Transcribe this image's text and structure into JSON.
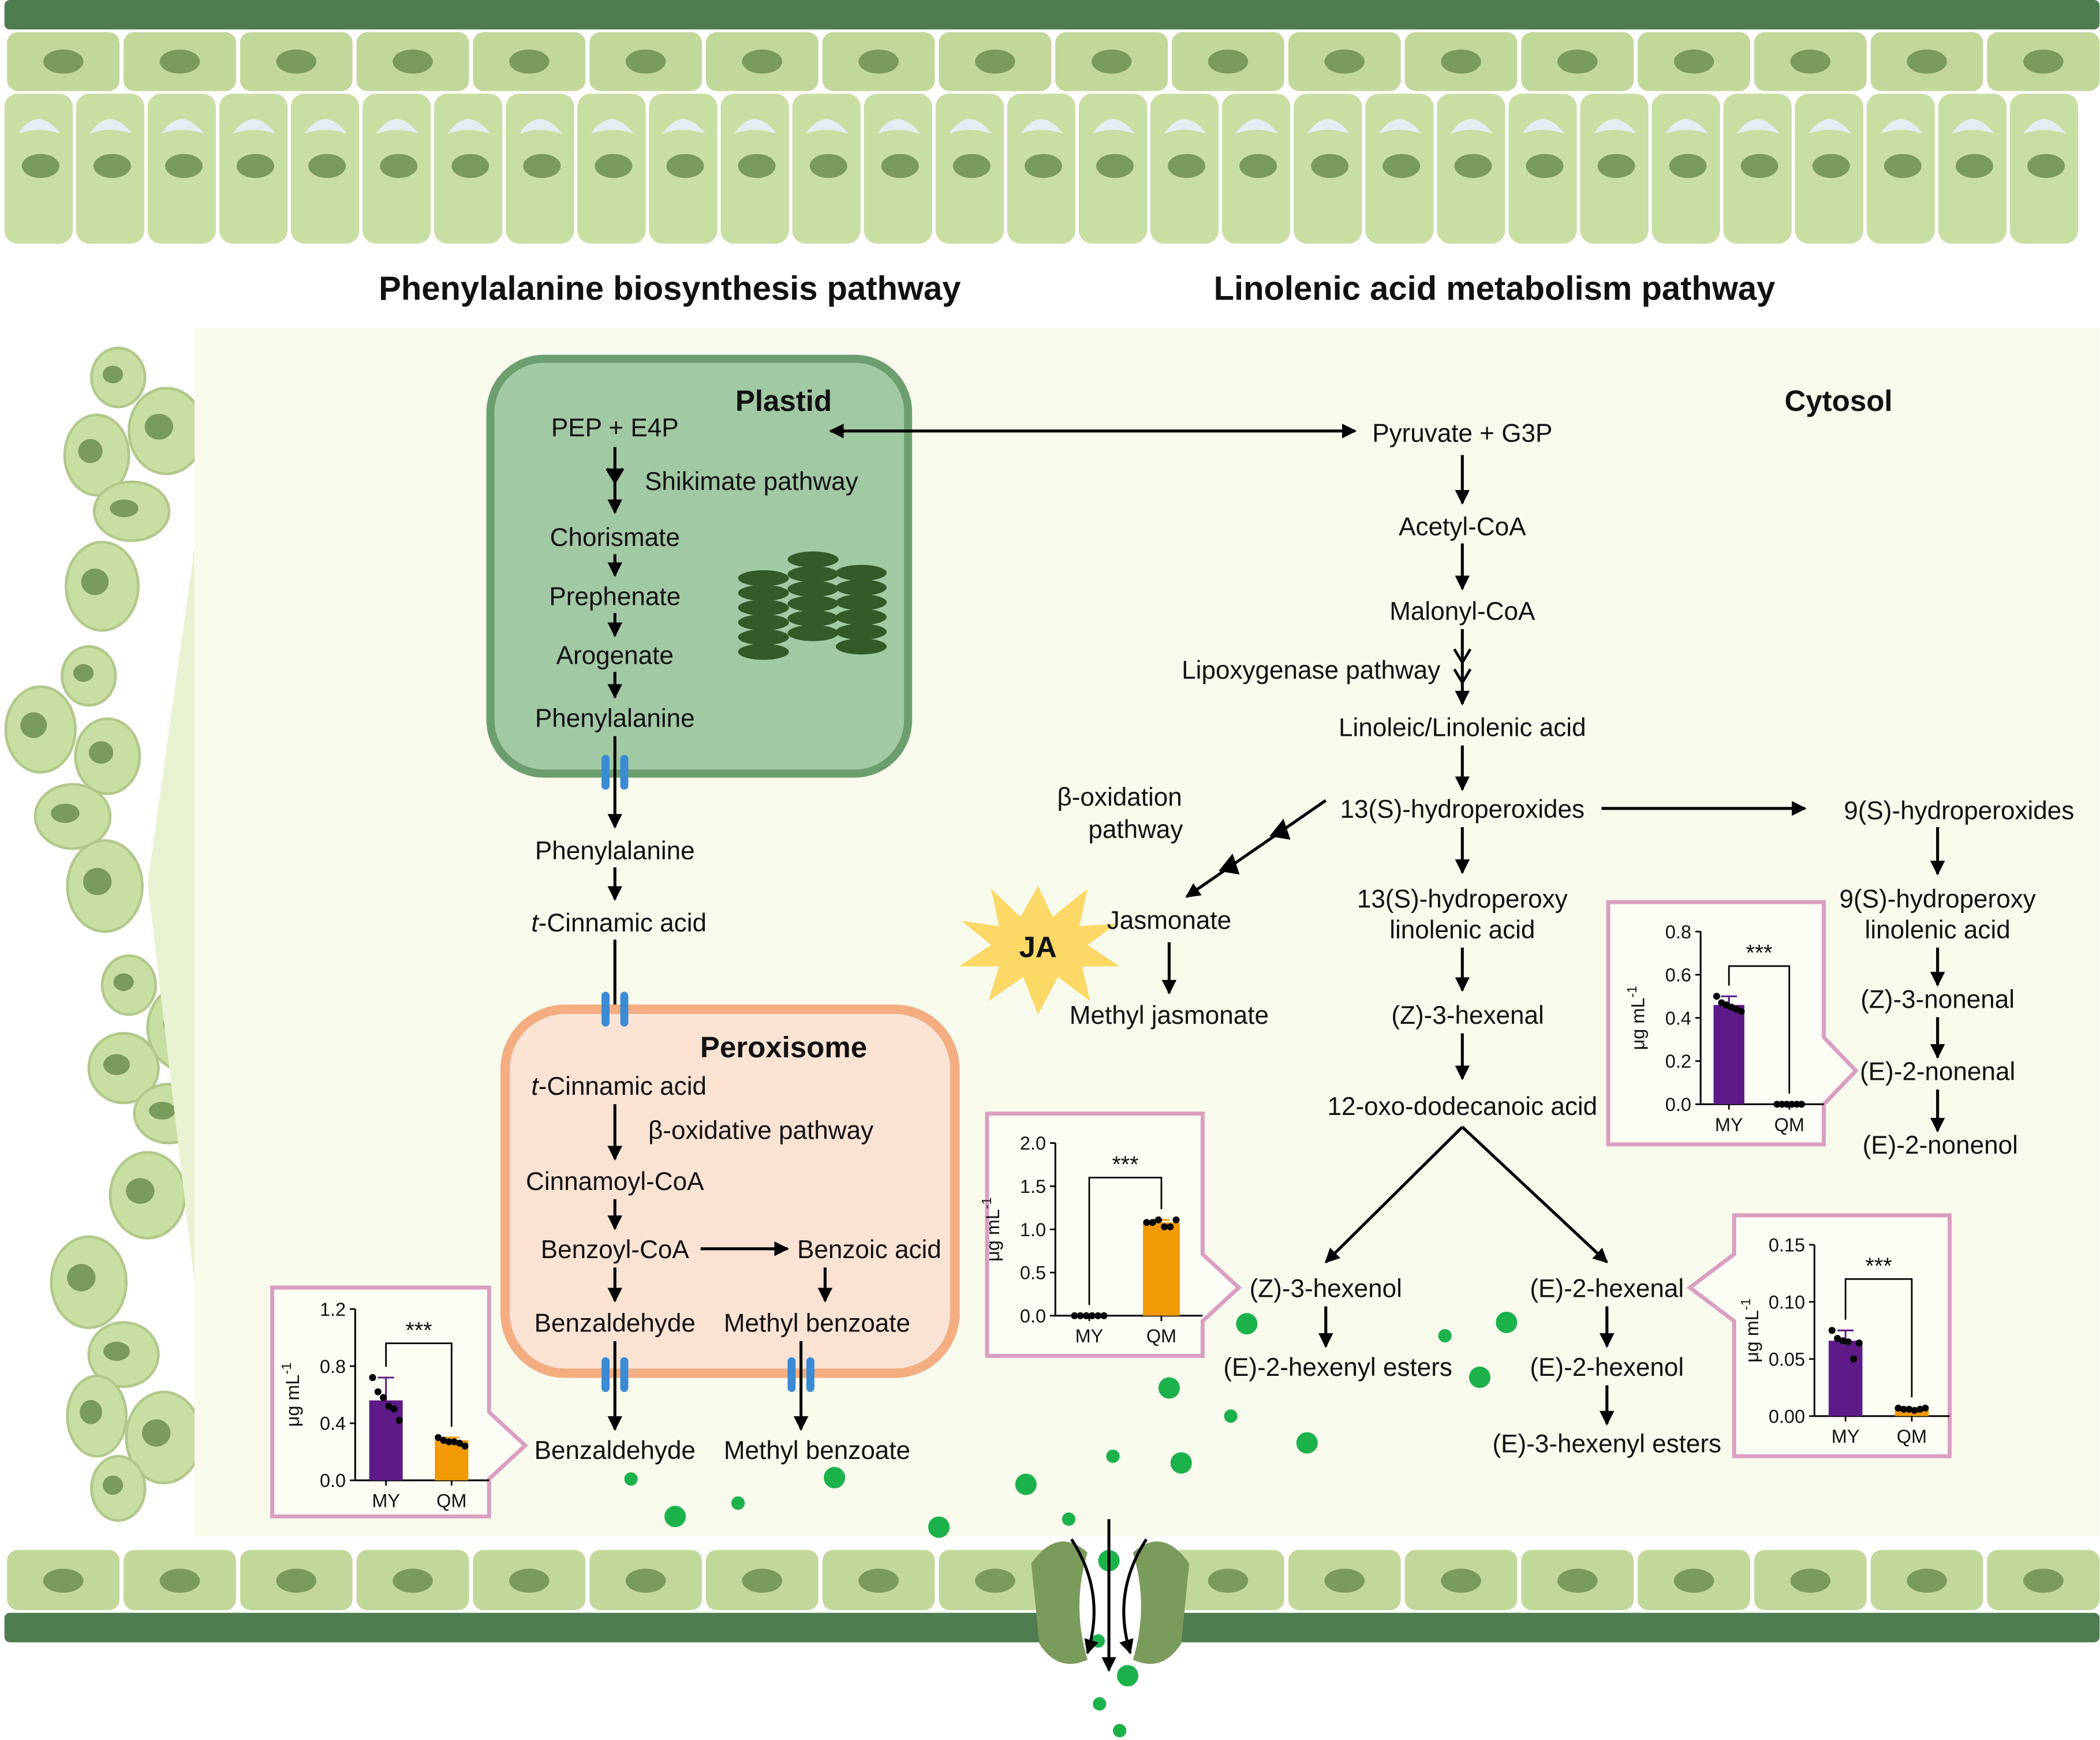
{
  "titles": {
    "left": "Phenylalanine biosynthesis pathway",
    "right": "Linolenic acid metabolism pathway"
  },
  "compartments": {
    "plastid": "Plastid",
    "peroxisome": "Peroxisome",
    "cytosol": "Cytosol"
  },
  "plastid_nodes": {
    "pep": "PEP + E4P",
    "shikimate": "Shikimate pathway",
    "chorismate": "Chorismate",
    "prephenate": "Prephenate",
    "arogenate": "Arogenate",
    "phenylalanine": "Phenylalanine"
  },
  "phenyl_nodes": {
    "phenylalanine": "Phenylalanine",
    "cinnamic_prefix": "t",
    "cinnamic": "-Cinnamic acid"
  },
  "peroxisome_nodes": {
    "cinnamic_prefix": "t",
    "cinnamic": "-Cinnamic acid",
    "beta_oxidative": "β-oxidative pathway",
    "cinnamoyl": "Cinnamoyl-CoA",
    "benzoyl": "Benzoyl-CoA",
    "benzoic": "Benzoic acid",
    "benzaldehyde": "Benzaldehyde",
    "methyl_benzoate": "Methyl benzoate"
  },
  "emitted": {
    "benzaldehyde": "Benzaldehyde",
    "methyl_benzoate": "Methyl benzoate"
  },
  "cytosol_nodes": {
    "pyruvate": "Pyruvate + G3P",
    "acetyl": "Acetyl-CoA",
    "malonyl": "Malonyl-CoA",
    "lipoxygenase": "Lipoxygenase pathway",
    "linoleic": "Linoleic/Linolenic acid",
    "hp13": "13(S)-hydroperoxides",
    "beta_ox_1": "β-oxidation",
    "beta_ox_2": "pathway",
    "jasmonate": "Jasmonate",
    "ja": "JA",
    "methyl_jasmonate": "Methyl jasmonate",
    "hpl13_1": "13(S)-hydroperoxy",
    "hpl13_2": "linolenic acid",
    "z3hexenal": "(Z)-3-hexenal",
    "oxo": "12-oxo-dodecanoic acid",
    "hp9": "9(S)-hydroperoxides",
    "hpl9_1": "9(S)-hydroperoxy",
    "hpl9_2": "linolenic acid",
    "z3nonenal": "(Z)-3-nonenal",
    "e2nonenal": "(E)-2-nonenal",
    "e2nonenol": "(E)-2-nonenol",
    "z3hexenol": "(Z)-3-hexenol",
    "e2hexenyl": "(E)-2-hexenyl esters",
    "e2hexenal": "(E)-2-hexenal",
    "e2hexenol": "(E)-2-hexenol",
    "e3hexenyl": "(E)-3-hexenyl esters"
  },
  "colors": {
    "MY": "#5e1a86",
    "QM": "#f29a06",
    "callout_border": "#d99ec0",
    "plastid_fill": "#a1c9a3",
    "peroxisome_fill": "#fbe3d3",
    "channel": "#3a8bd3",
    "volatile_dots": "#1cb24b"
  },
  "chart_data": [
    {
      "type": "bar",
      "compound": "Benzaldehyde",
      "categories": [
        "MY",
        "QM"
      ],
      "values": [
        0.56,
        0.28
      ],
      "points": [
        [
          0.72,
          0.62,
          0.58,
          0.52,
          0.5,
          0.42
        ],
        [
          0.3,
          0.28,
          0.27,
          0.27,
          0.26,
          0.24
        ]
      ],
      "ylabel": "μg mL",
      "ylabel_sup": "-1",
      "ylim": [
        0,
        1.2
      ],
      "ticks": [
        "0.0",
        "0.4",
        "0.8",
        "1.2"
      ],
      "significance": "***"
    },
    {
      "type": "bar",
      "compound": "(Z)-3-hexenol",
      "categories": [
        "MY",
        "QM"
      ],
      "values": [
        0.0,
        1.08
      ],
      "points": [
        [
          0,
          0,
          0,
          0,
          0,
          0
        ],
        [
          1.08,
          1.08,
          1.11,
          1.03,
          1.03,
          1.11
        ]
      ],
      "ylabel": "μg mL",
      "ylabel_sup": "-1",
      "ylim": [
        0,
        2.0
      ],
      "ticks": [
        "0.0",
        "0.5",
        "1.0",
        "1.5",
        "2.0"
      ],
      "significance": "***"
    },
    {
      "type": "bar",
      "compound": "(E)-2-nonenal",
      "categories": [
        "MY",
        "QM"
      ],
      "values": [
        0.46,
        0.0
      ],
      "points": [
        [
          0.5,
          0.47,
          0.46,
          0.45,
          0.44,
          0.43
        ],
        [
          0,
          0,
          0,
          0,
          0,
          0
        ]
      ],
      "ylabel": "μg mL",
      "ylabel_sup": "-1",
      "ylim": [
        0,
        0.8
      ],
      "ticks": [
        "0.0",
        "0.2",
        "0.4",
        "0.6",
        "0.8"
      ],
      "significance": "***"
    },
    {
      "type": "bar",
      "compound": "(E)-2-hexenal",
      "categories": [
        "MY",
        "QM"
      ],
      "values": [
        0.066,
        0.006
      ],
      "points": [
        [
          0.075,
          0.068,
          0.066,
          0.065,
          0.05,
          0.064
        ],
        [
          0.007,
          0.006,
          0.006,
          0.005,
          0.006,
          0.007
        ]
      ],
      "ylabel": "μg mL",
      "ylabel_sup": "-1",
      "ylim": [
        0,
        0.15
      ],
      "ticks": [
        "0.00",
        "0.05",
        "0.10",
        "0.15"
      ],
      "significance": "***"
    }
  ]
}
